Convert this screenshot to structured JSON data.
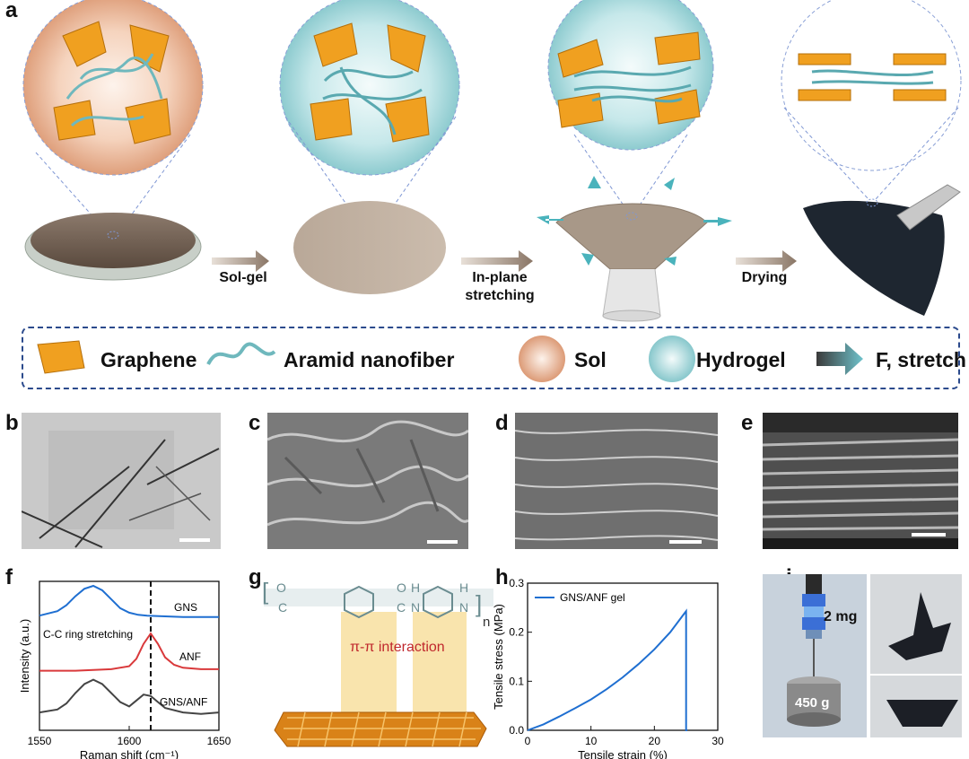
{
  "panels": {
    "a": "a",
    "b": "b",
    "c": "c",
    "d": "d",
    "e": "e",
    "f": "f",
    "g": "g",
    "h": "h",
    "i": "i"
  },
  "steps": {
    "sol_gel": "Sol-gel",
    "in_plane": "In-plane",
    "stretching": "stretching",
    "drying": "Drying"
  },
  "legend": {
    "graphene": "Graphene",
    "aramid": "Aramid nanofiber",
    "sol": "Sol",
    "hydrogel": "Hydrogel",
    "force": "F, stretch"
  },
  "panel_g": {
    "interaction": "π-π interaction",
    "subscript": "n"
  },
  "panel_i": {
    "top_mass": "2 mg",
    "weight": "450 g"
  },
  "chart_data": [
    {
      "panel": "f",
      "type": "line",
      "xlabel": "Raman shift (cm⁻¹)",
      "ylabel": "Intensity (a.u.)",
      "xlim": [
        1550,
        1650
      ],
      "xticks": [
        1550,
        1600,
        1650
      ],
      "annotation": "C-C ring stretching",
      "dashed_line_x": 1612,
      "series": [
        {
          "name": "GNS",
          "color": "#1f6fd1",
          "x": [
            1550,
            1560,
            1565,
            1570,
            1575,
            1580,
            1585,
            1590,
            1595,
            1600,
            1605,
            1610,
            1620,
            1630,
            1640,
            1650
          ],
          "y": [
            0.77,
            0.8,
            0.84,
            0.9,
            0.95,
            0.97,
            0.94,
            0.88,
            0.82,
            0.79,
            0.775,
            0.77,
            0.765,
            0.76,
            0.76,
            0.76
          ]
        },
        {
          "name": "ANF",
          "color": "#d9393b",
          "x": [
            1550,
            1570,
            1590,
            1600,
            1604,
            1608,
            1612,
            1616,
            1620,
            1625,
            1630,
            1640,
            1650
          ],
          "y": [
            0.4,
            0.4,
            0.41,
            0.43,
            0.48,
            0.58,
            0.65,
            0.58,
            0.49,
            0.44,
            0.42,
            0.41,
            0.41
          ]
        },
        {
          "name": "GNS/ANF",
          "color": "#444444",
          "x": [
            1550,
            1560,
            1565,
            1570,
            1575,
            1580,
            1585,
            1590,
            1595,
            1600,
            1604,
            1608,
            1612,
            1616,
            1620,
            1630,
            1640,
            1650
          ],
          "y": [
            0.12,
            0.14,
            0.18,
            0.25,
            0.31,
            0.34,
            0.31,
            0.25,
            0.19,
            0.16,
            0.2,
            0.24,
            0.23,
            0.19,
            0.15,
            0.12,
            0.11,
            0.12
          ]
        }
      ]
    },
    {
      "panel": "h",
      "type": "line",
      "xlabel": "Tensile strain (%)",
      "ylabel": "Tensile stress (MPa)",
      "xlim": [
        0,
        30
      ],
      "ylim": [
        0,
        0.3
      ],
      "xticks": [
        0,
        10,
        20,
        30
      ],
      "yticks": [
        0.0,
        0.1,
        0.2,
        0.3
      ],
      "legend_position": "top-left",
      "series": [
        {
          "name": "GNS/ANF gel",
          "color": "#1f6fd1",
          "x": [
            0,
            2.5,
            5,
            7.5,
            10,
            12.5,
            15,
            17.5,
            20,
            22.5,
            25,
            25,
            25.2
          ],
          "y": [
            0,
            0.012,
            0.028,
            0.045,
            0.063,
            0.084,
            0.108,
            0.135,
            0.165,
            0.2,
            0.243,
            0.0,
            0.0
          ]
        }
      ]
    }
  ]
}
